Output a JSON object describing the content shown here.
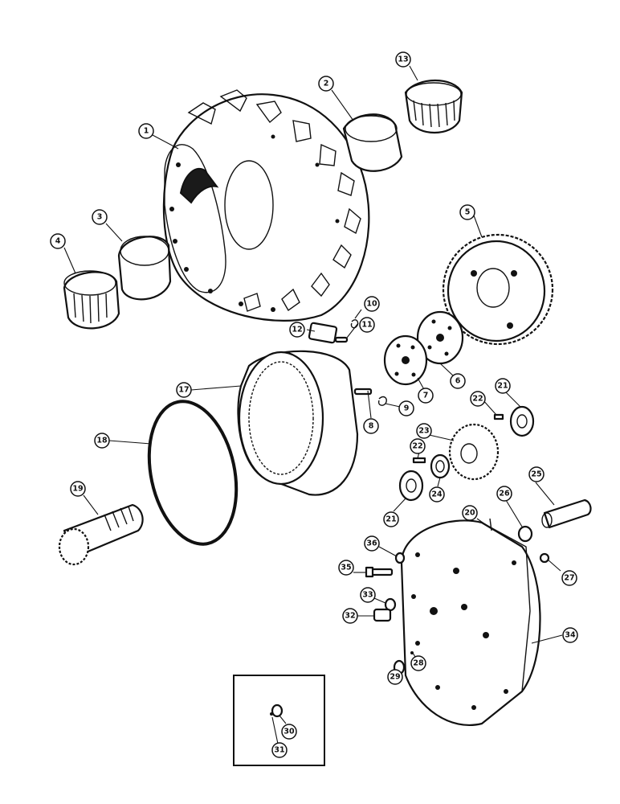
{
  "callouts": [
    {
      "id": "c1",
      "label": "1"
    },
    {
      "id": "c2",
      "label": "2"
    },
    {
      "id": "c3",
      "label": "3"
    },
    {
      "id": "c4",
      "label": "4"
    },
    {
      "id": "c5",
      "label": "5"
    },
    {
      "id": "c6",
      "label": "6"
    },
    {
      "id": "c7",
      "label": "7"
    },
    {
      "id": "c8",
      "label": "8"
    },
    {
      "id": "c9",
      "label": "9"
    },
    {
      "id": "c10",
      "label": "10"
    },
    {
      "id": "c11",
      "label": "11"
    },
    {
      "id": "c12",
      "label": "12"
    },
    {
      "id": "c13",
      "label": "13"
    },
    {
      "id": "c17",
      "label": "17"
    },
    {
      "id": "c18",
      "label": "18"
    },
    {
      "id": "c19",
      "label": "19"
    },
    {
      "id": "c20",
      "label": "20"
    },
    {
      "id": "c21a",
      "label": "21"
    },
    {
      "id": "c21b",
      "label": "21"
    },
    {
      "id": "c22a",
      "label": "22"
    },
    {
      "id": "c22b",
      "label": "22"
    },
    {
      "id": "c23",
      "label": "23"
    },
    {
      "id": "c24",
      "label": "24"
    },
    {
      "id": "c25",
      "label": "25"
    },
    {
      "id": "c26",
      "label": "26"
    },
    {
      "id": "c27",
      "label": "27"
    },
    {
      "id": "c28",
      "label": "28"
    },
    {
      "id": "c29",
      "label": "29"
    },
    {
      "id": "c30",
      "label": "30"
    },
    {
      "id": "c31",
      "label": "31"
    },
    {
      "id": "c32",
      "label": "32"
    },
    {
      "id": "c33",
      "label": "33"
    },
    {
      "id": "c34",
      "label": "34"
    },
    {
      "id": "c35",
      "label": "35"
    },
    {
      "id": "c36",
      "label": "36"
    }
  ],
  "icons": {
    "hub_housing": "planetary-hub-housing-icon",
    "ring_gear": "internal-ring-gear-icon",
    "planet_carrier_gear": "carrier-gear-icon",
    "axle_shaft": "splined-shaft-icon",
    "cover": "planetary-cover-icon"
  }
}
